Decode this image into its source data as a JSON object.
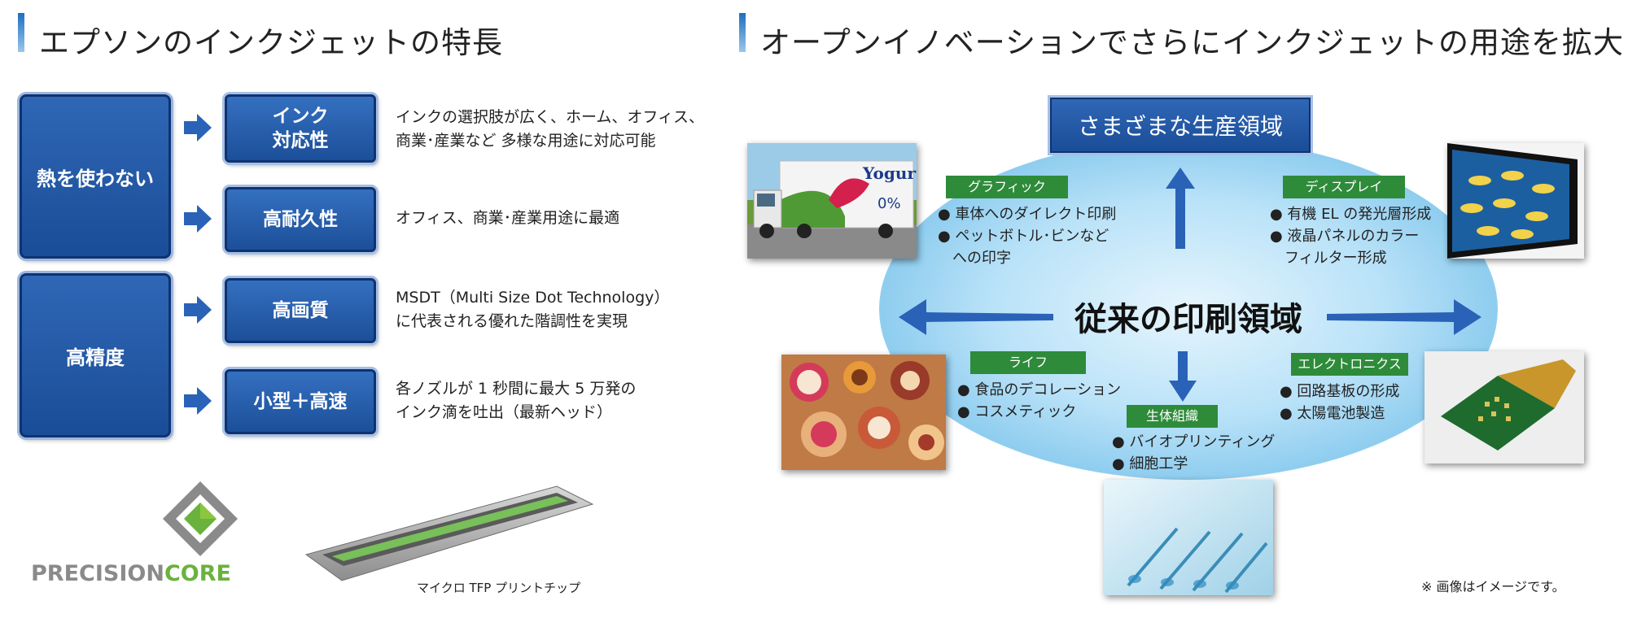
{
  "left": {
    "title": "エプソンのインクジェットの特長",
    "groups": [
      {
        "label": "熱を使わない"
      },
      {
        "label": "高精度"
      }
    ],
    "features": [
      {
        "label": "インク\n対応性",
        "desc": "インクの選択肢が広く、ホーム、オフィス、\n商業･産業など 多様な用途に対応可能"
      },
      {
        "label": "高耐久性",
        "desc": "オフィス、商業･産業用途に最適"
      },
      {
        "label": "高画質",
        "desc": "MSDT（Multi Size Dot Technology）\nに代表される優れた階調性を実現"
      },
      {
        "label": "小型＋高速",
        "desc": "各ノズルが 1 秒間に最大 5 万発の\nインク滴を吐出（最新ヘッド）"
      }
    ],
    "logo": {
      "part1": "PRECISION",
      "part2": "CORE"
    },
    "chip_caption": "マイクロ TFP プリントチップ"
  },
  "right": {
    "title": "オープンイノベーションでさらにインクジェットの用途を拡大",
    "top_box": "さまざまな生産領域",
    "center": "従来の印刷領域",
    "categories": [
      {
        "label": "グラフィック",
        "items": [
          "● 車体へのダイレクト印刷",
          "● ペットボトル･ビンなど",
          "　への印字"
        ]
      },
      {
        "label": "ディスプレイ",
        "items": [
          "● 有機 EL の発光層形成",
          "● 液晶パネルのカラー",
          "　フィルター形成"
        ]
      },
      {
        "label": "ライフ",
        "items": [
          "● 食品のデコレーション",
          "● コスメティック"
        ]
      },
      {
        "label": "生体組織",
        "items": [
          "● バイオプリンティング",
          "● 細胞工学"
        ]
      },
      {
        "label": "エレクトロニクス",
        "items": [
          "● 回路基板の形成",
          "● 太陽電池製造"
        ]
      }
    ],
    "truck_text": "Yogurt",
    "truck_badge": "0%",
    "note": "※ 画像はイメージです。"
  },
  "colors": {
    "box_blue": "#1f55a3",
    "category_green": "#2e8b3a",
    "arrow_blue": "#2a62b8",
    "ellipse_blue": "#9fd3f2"
  }
}
